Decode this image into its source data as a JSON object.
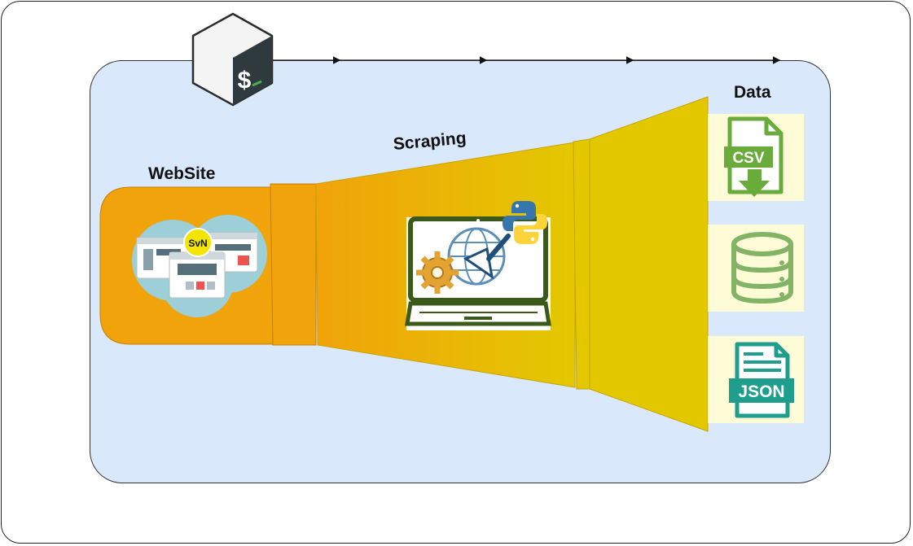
{
  "labels": {
    "website": "WebSite",
    "scraping": "Scraping",
    "data": "Data"
  },
  "website_badge": "SvN",
  "outputs": [
    {
      "name": "csv",
      "label": "CSV",
      "icon": "csv-file-download-icon"
    },
    {
      "name": "database",
      "label": "",
      "icon": "database-icon"
    },
    {
      "name": "json",
      "label": "JSON",
      "icon": "json-file-icon"
    }
  ],
  "icons": {
    "terminal": "bash-terminal-icon",
    "python": "python-logo-icon",
    "laptop": "laptop-scraper-icon",
    "gear": "gear-icon",
    "globe": "globe-with-scraper-icon",
    "websites": "website-pages-icon"
  },
  "colors": {
    "panel": "#dae8fc",
    "website_block": "#f0a30a",
    "funnel_start": "#f0a30a",
    "funnel_end": "#e3c800",
    "output_card": "#fdfcd6",
    "csv_green": "#6aac3b",
    "db_green": "#82b366",
    "json_teal": "#1f9e8e"
  }
}
